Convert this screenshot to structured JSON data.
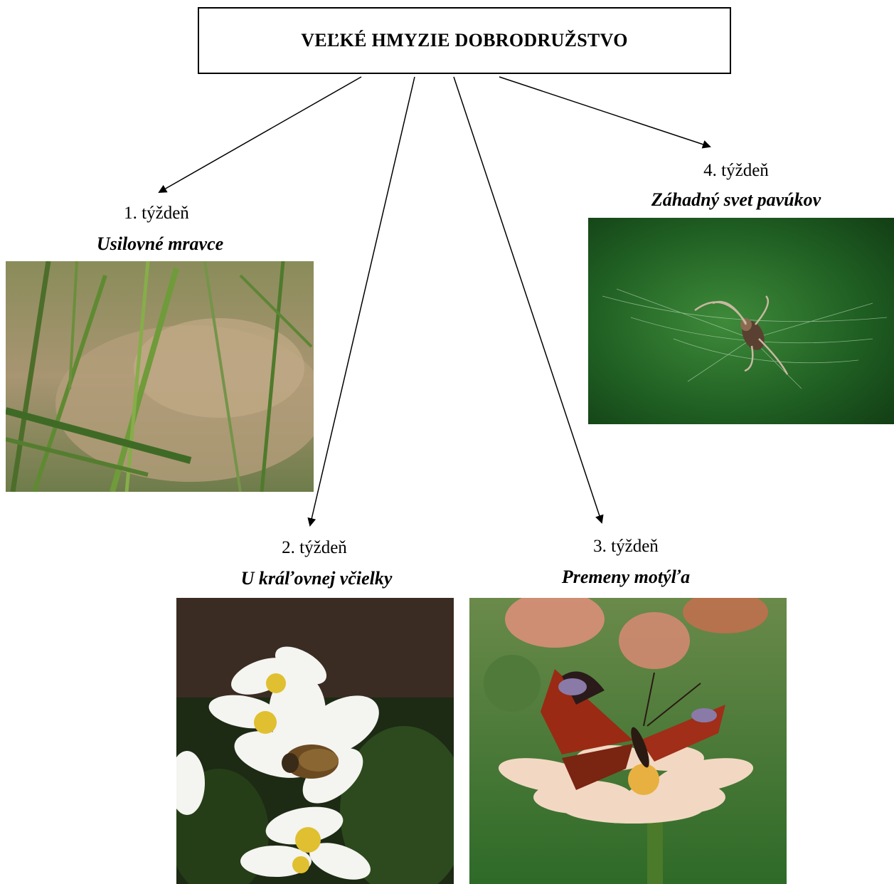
{
  "title": "VEĽKÉ HMYZIE DOBRODRUŽSTVO",
  "weeks": [
    {
      "label": "1. týždeň",
      "topic": "Usilovné mravce",
      "photo": "anthill-photo"
    },
    {
      "label": "2. týždeň",
      "topic": "U kráľovnej včielky",
      "photo": "bee-on-flower-photo"
    },
    {
      "label": "3. týždeň",
      "topic": "Premeny motýľa",
      "photo": "butterfly-photo"
    },
    {
      "label": "4. týždeň",
      "topic": "Záhadný svet pavúkov",
      "photo": "spider-web-photo"
    }
  ]
}
